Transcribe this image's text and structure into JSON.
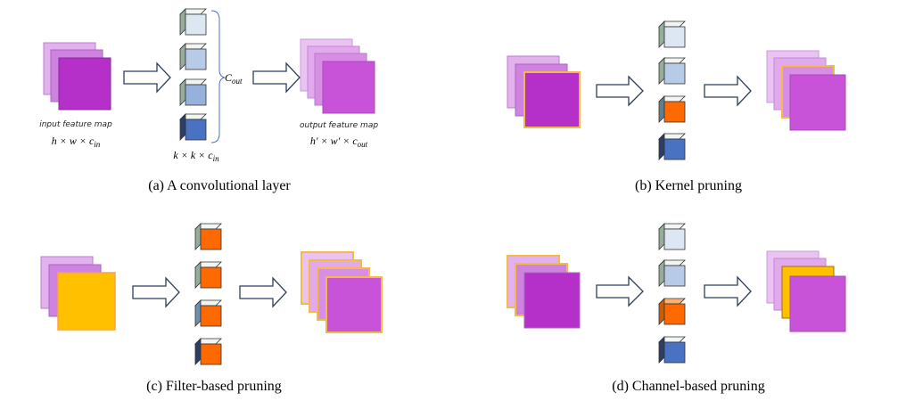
{
  "panel_a": {
    "caption": "(a) A convolutional layer",
    "input_label": "input feature map",
    "input_dims": {
      "h": "h",
      "w": "w",
      "c": "c",
      "sub": "in",
      "times": "×"
    },
    "kernel_dims": {
      "k1": "k",
      "k2": "k",
      "c": "c",
      "sub": "in",
      "times": "×"
    },
    "cout": {
      "c": "C",
      "sub": "out"
    },
    "output_label": "output feature map",
    "output_dims": {
      "h": "h′",
      "w": "w′",
      "c": "c",
      "sub": "out",
      "times": "×"
    }
  },
  "panel_b": {
    "caption": "(b) Kernel pruning"
  },
  "panel_c": {
    "caption": "(c) Filter-based pruning"
  },
  "panel_d": {
    "caption": "(d) Channel-based pruning"
  },
  "colors": {
    "map_light": "#e6b8f0",
    "map_mid": "#d28de2",
    "map_dark": "#b230c8",
    "map_output": "#c953d8",
    "highlight_orange": "#ff6a00",
    "highlight_yellow": "#ffc000",
    "border_yellow": "#f5b945",
    "cube_1": "#dde6f3",
    "cube_2": "#b8cbe6",
    "cube_3": "#95b1dc",
    "cube_4": "#4a72c2"
  }
}
